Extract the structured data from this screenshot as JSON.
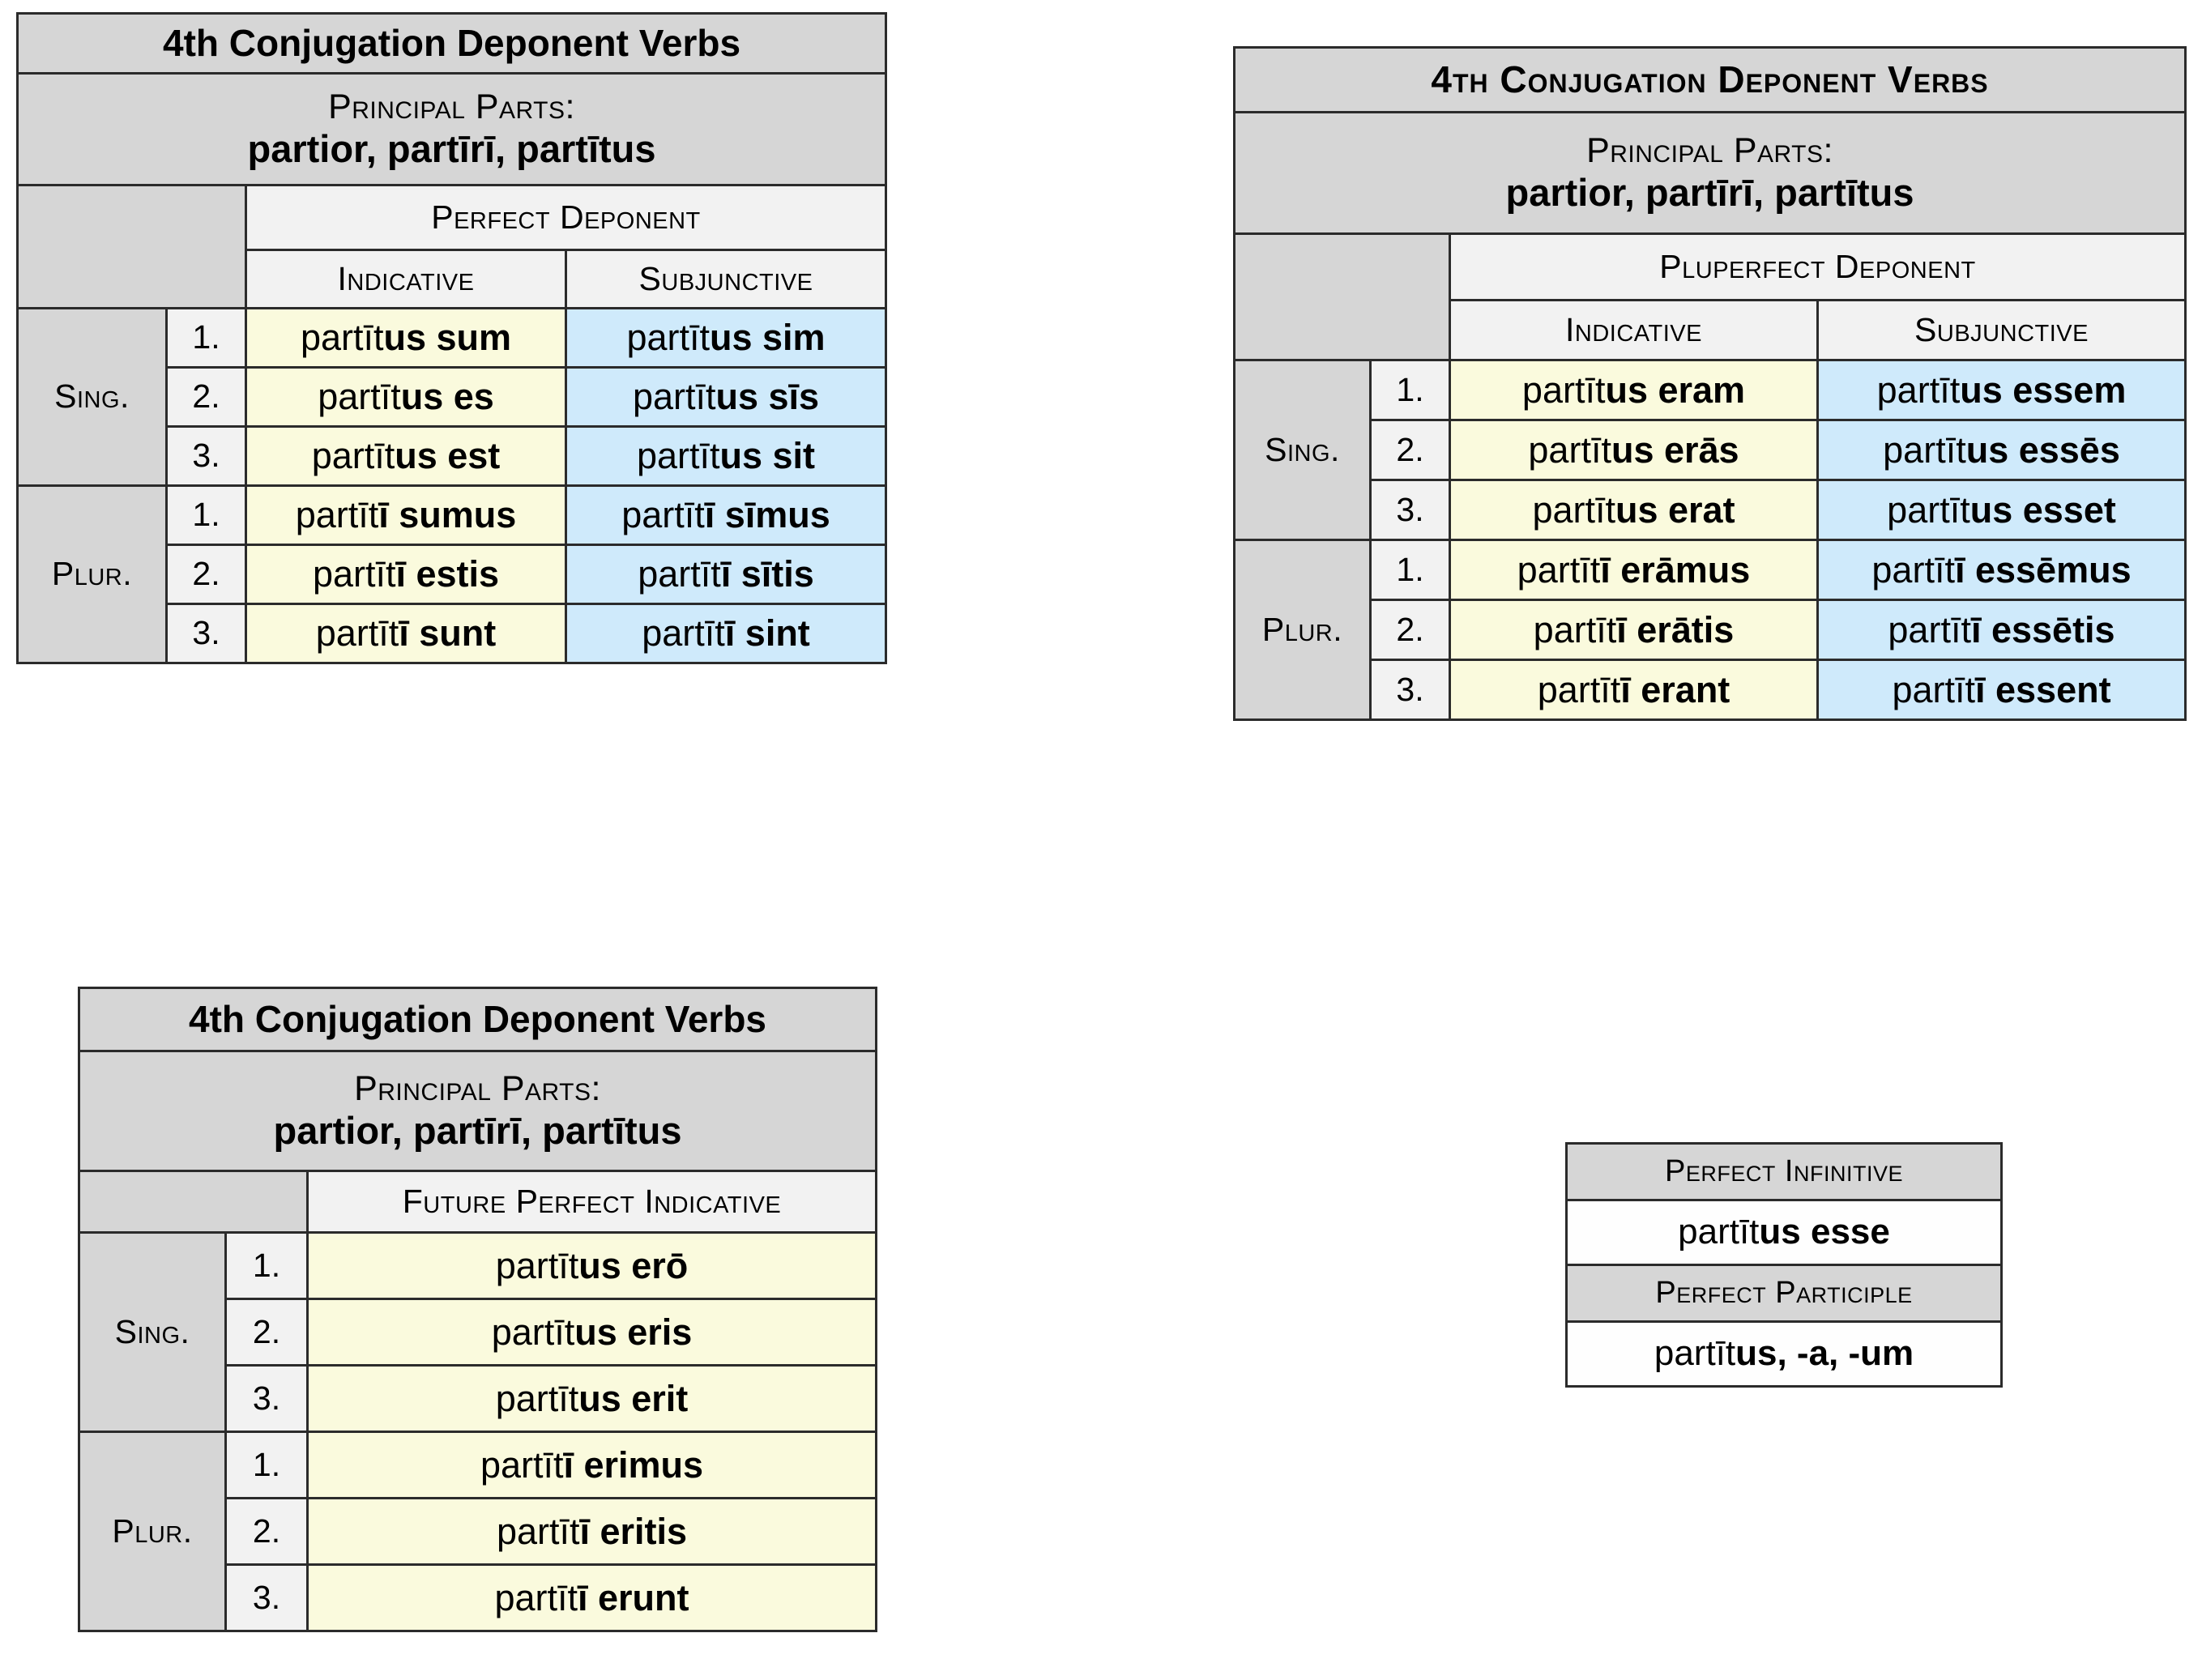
{
  "tables": {
    "perfect": {
      "title": "4th Conjugation Deponent Verbs",
      "principal_parts_label": "Principal Parts:",
      "principal_parts_forms": "partior, partīrī, partītus",
      "tense_header": "Perfect Deponent",
      "mood_headers": [
        "Indicative",
        "Subjunctive"
      ],
      "number_labels": {
        "singular": "Sing.",
        "plural": "Plur."
      },
      "person_labels": [
        "1.",
        "2.",
        "3."
      ],
      "rows": [
        {
          "person": "1.",
          "stem": "partīt",
          "ind_ending": "us sum",
          "subj_ending": "us sim"
        },
        {
          "person": "2.",
          "stem": "partīt",
          "ind_ending": "us es",
          "subj_ending": "us sīs"
        },
        {
          "person": "3.",
          "stem": "partīt",
          "ind_ending": "us est",
          "subj_ending": "us sit"
        },
        {
          "person": "1.",
          "stem": "partīt",
          "ind_ending": "ī sumus",
          "subj_ending": "ī sīmus"
        },
        {
          "person": "2.",
          "stem": "partīt",
          "ind_ending": "ī estis",
          "subj_ending": "ī sītis"
        },
        {
          "person": "3.",
          "stem": "partīt",
          "ind_ending": "ī sunt",
          "subj_ending": "ī sint"
        }
      ]
    },
    "pluperfect": {
      "title": "4th Conjugation Deponent Verbs",
      "principal_parts_label": "Principal Parts:",
      "principal_parts_forms": "partior, partīrī, partītus",
      "tense_header": "Pluperfect Deponent",
      "mood_headers": [
        "Indicative",
        "Subjunctive"
      ],
      "number_labels": {
        "singular": "Sing.",
        "plural": "Plur."
      },
      "person_labels": [
        "1.",
        "2.",
        "3."
      ],
      "rows": [
        {
          "person": "1.",
          "stem": "partīt",
          "ind_ending": "us eram",
          "subj_ending": "us essem"
        },
        {
          "person": "2.",
          "stem": "partīt",
          "ind_ending": "us erās",
          "subj_ending": "us essēs"
        },
        {
          "person": "3.",
          "stem": "partīt",
          "ind_ending": "us erat",
          "subj_ending": "us esset"
        },
        {
          "person": "1.",
          "stem": "partīt",
          "ind_ending": "ī erāmus",
          "subj_ending": "ī essēmus"
        },
        {
          "person": "2.",
          "stem": "partīt",
          "ind_ending": "ī erātis",
          "subj_ending": "ī essētis"
        },
        {
          "person": "3.",
          "stem": "partīt",
          "ind_ending": "ī erant",
          "subj_ending": "ī essent"
        }
      ]
    },
    "future_perfect": {
      "title": "4th Conjugation Deponent Verbs",
      "principal_parts_label": "Principal Parts:",
      "principal_parts_forms": "partior, partīrī, partītus",
      "tense_header": "Future Perfect Indicative",
      "number_labels": {
        "singular": "Sing.",
        "plural": "Plur."
      },
      "person_labels": [
        "1.",
        "2.",
        "3."
      ],
      "rows": [
        {
          "person": "1.",
          "stem": "partīt",
          "ind_ending": "us erō"
        },
        {
          "person": "2.",
          "stem": "partīt",
          "ind_ending": "us eris"
        },
        {
          "person": "3.",
          "stem": "partīt",
          "ind_ending": "us erit"
        },
        {
          "person": "1.",
          "stem": "partīt",
          "ind_ending": "ī erimus"
        },
        {
          "person": "2.",
          "stem": "partīt",
          "ind_ending": "ī eritis"
        },
        {
          "person": "3.",
          "stem": "partīt",
          "ind_ending": "ī erunt"
        }
      ]
    },
    "nonfinite": {
      "infinitive_header": "Perfect Infinitive",
      "infinitive_stem": "partīt",
      "infinitive_ending": "us esse",
      "participle_header": "Perfect Participle",
      "participle_stem": "partīt",
      "participle_ending": "us, -a, -um"
    }
  },
  "colors": {
    "indicative_fill": "#fafadd",
    "subjunctive_fill": "#cfeafb",
    "header_fill": "#d6d6d6",
    "subheader_fill": "#f2f2f2",
    "border": "#2b2b2b"
  }
}
